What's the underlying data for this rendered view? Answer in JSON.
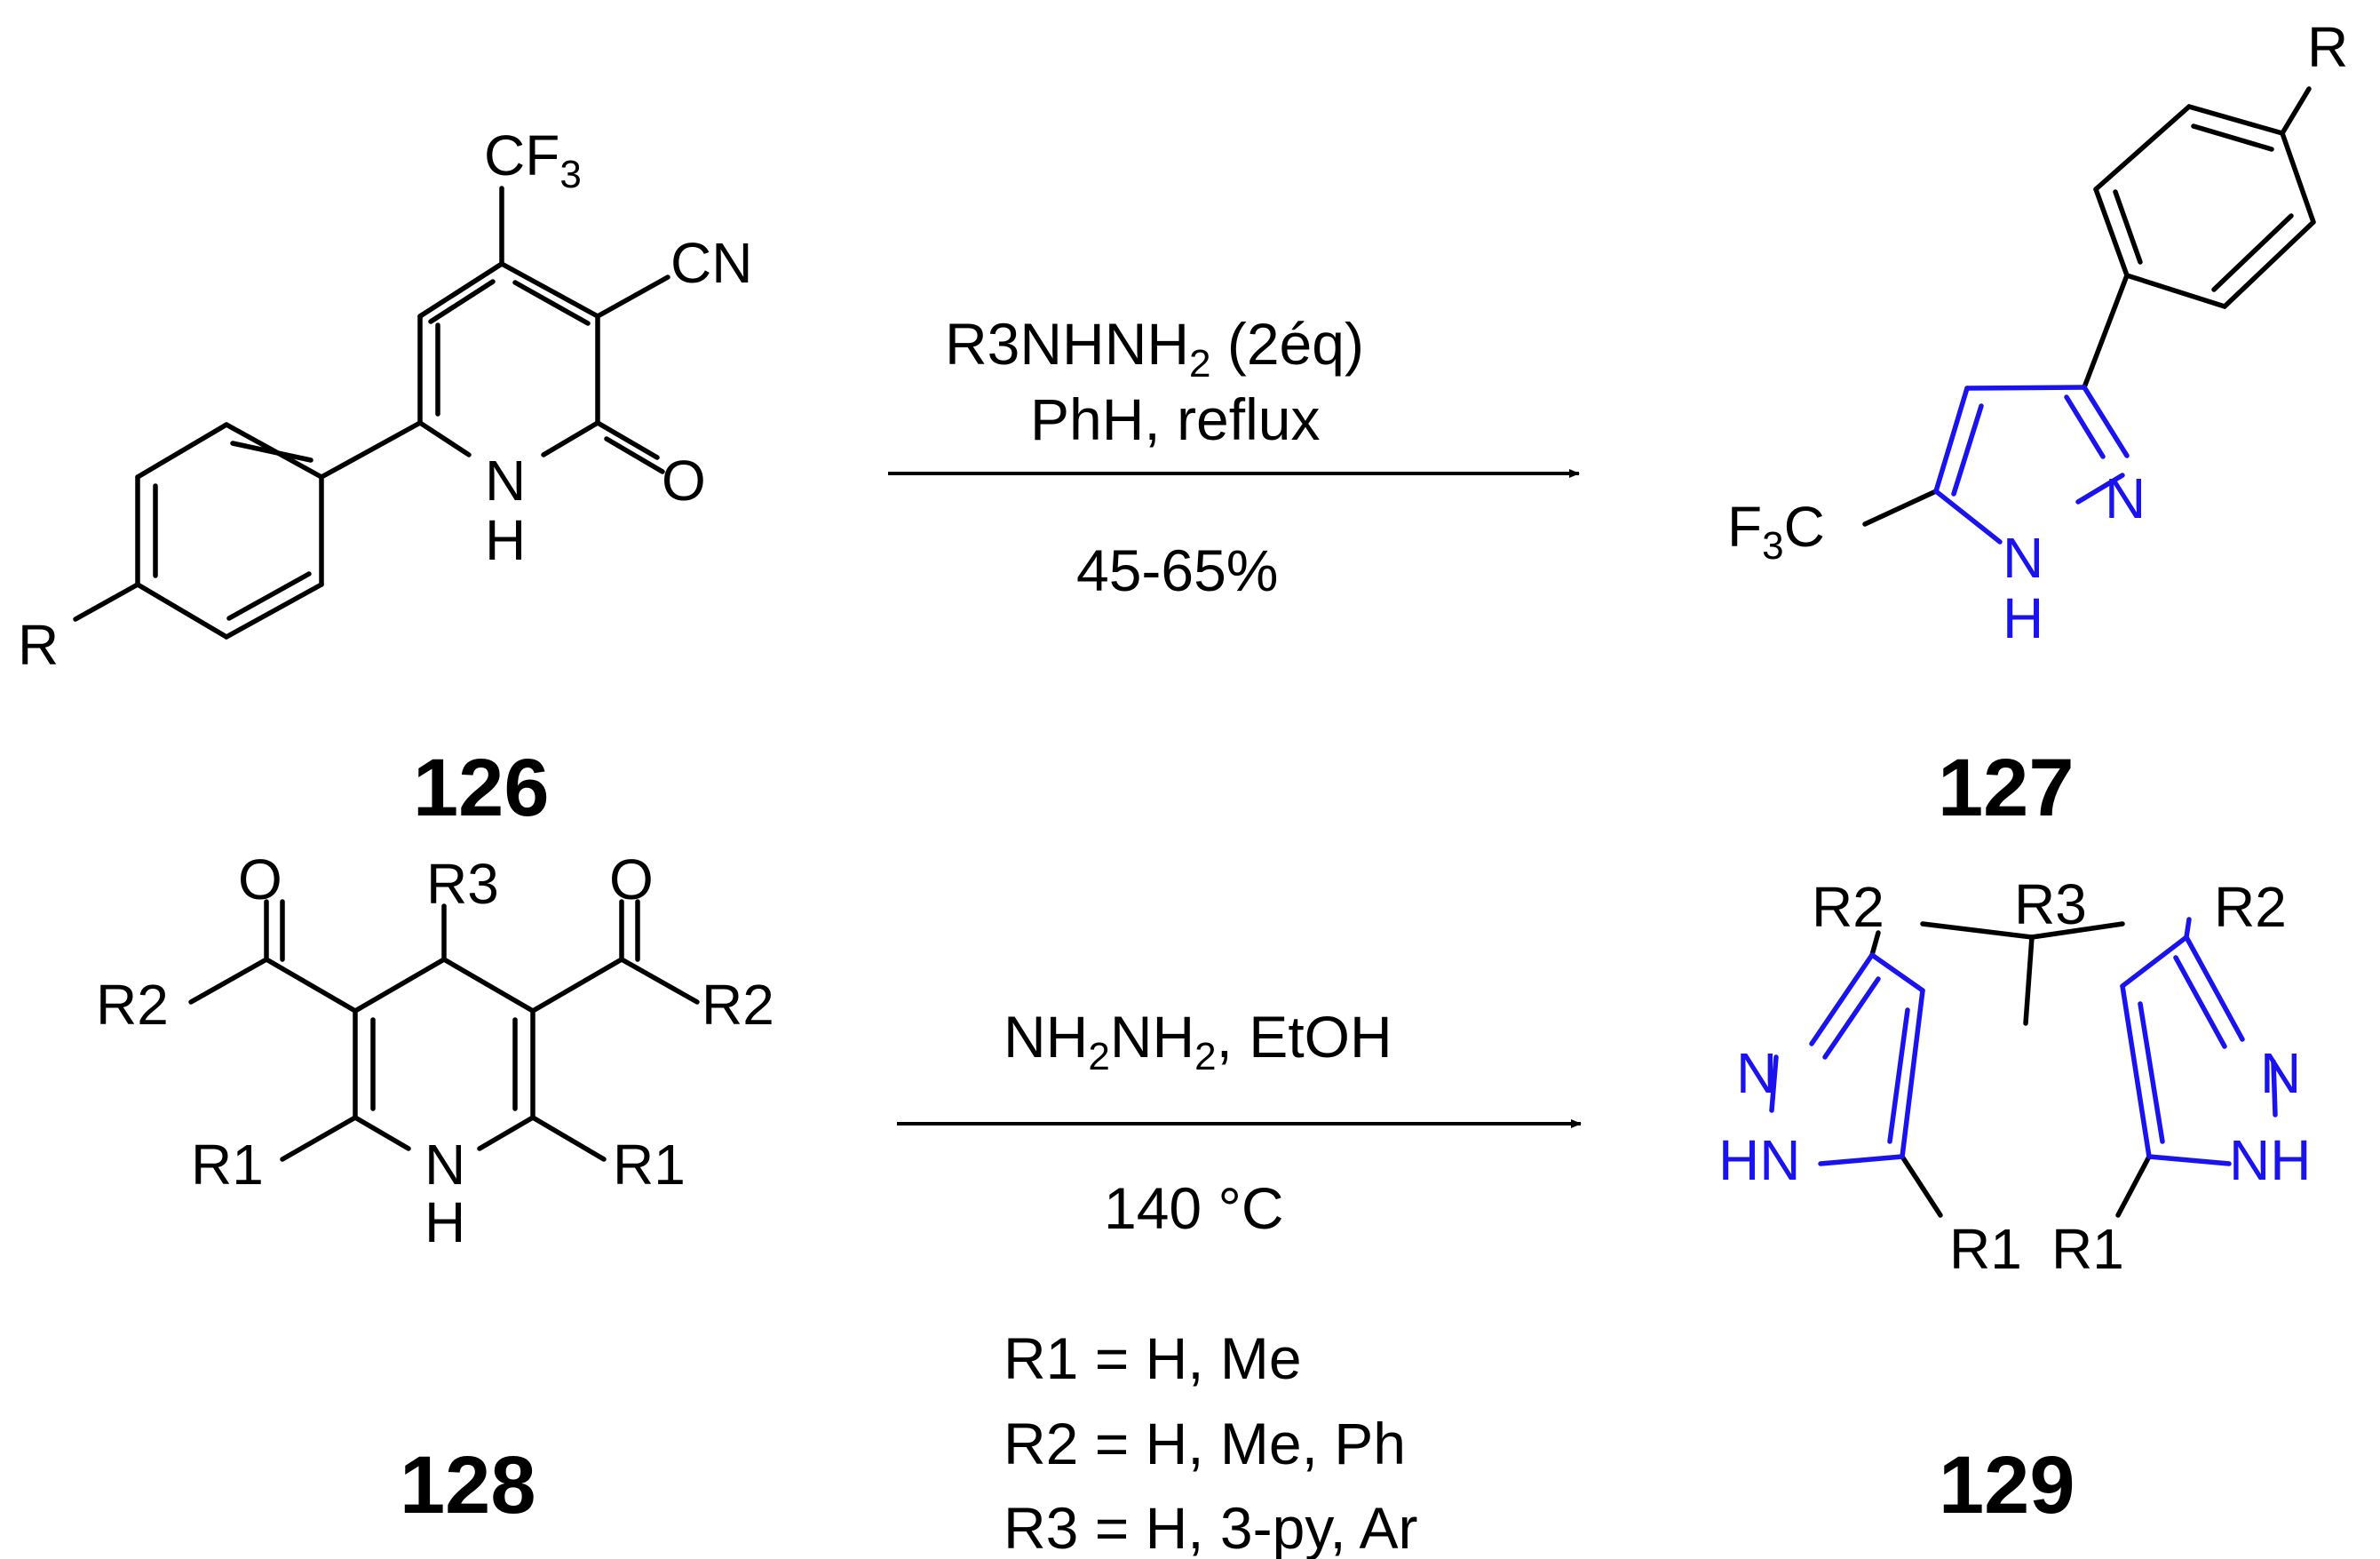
{
  "colors": {
    "bonds": "#000000",
    "pyrazole": "#1a13ee",
    "background": "#ffffff"
  },
  "compounds": {
    "c126": {
      "id": "126",
      "labels": {
        "cf3": "CF",
        "cf3_sub": "3",
        "cn": "CN",
        "nh_n": "N",
        "nh_h": "H",
        "oxo": "O",
        "r": "R"
      }
    },
    "c127": {
      "id": "127",
      "labels": {
        "r": "R",
        "f3c_f": "F",
        "f3c_sub": "3",
        "f3c_c": "C",
        "n2": "N",
        "n1": "N",
        "n1_h": "H"
      }
    },
    "c128": {
      "id": "128",
      "labels": {
        "o_left": "O",
        "o_right": "O",
        "r3": "R3",
        "r2_left": "R2",
        "r2_right": "R2",
        "r1_left": "R1",
        "r1_right": "R1",
        "nh_n": "N",
        "nh_h": "H"
      }
    },
    "c129": {
      "id": "129",
      "labels": {
        "r2_left": "R2",
        "r2_right": "R2",
        "r3": "R3",
        "n_left": "N",
        "hn_left": "HN",
        "n_right": "N",
        "nh_right": "NH",
        "r1_left": "R1",
        "r1_right": "R1"
      }
    }
  },
  "reaction1": {
    "reagent_prefix": "R3NHNH",
    "reagent_sub": "2",
    "reagent_suffix": " (2éq)",
    "solvent": "PhH, reflux",
    "yield": "45-65%"
  },
  "reaction2": {
    "reagent_a": "NH",
    "reagent_a_sub": "2",
    "reagent_b": "NH",
    "reagent_b_sub": "2",
    "reagent_c": ", EtOH",
    "temperature": "140 °C",
    "substituents": [
      "R1 = H, Me",
      "R2 = H, Me, Ph",
      "R3 = H, 3-py, Ar"
    ]
  }
}
